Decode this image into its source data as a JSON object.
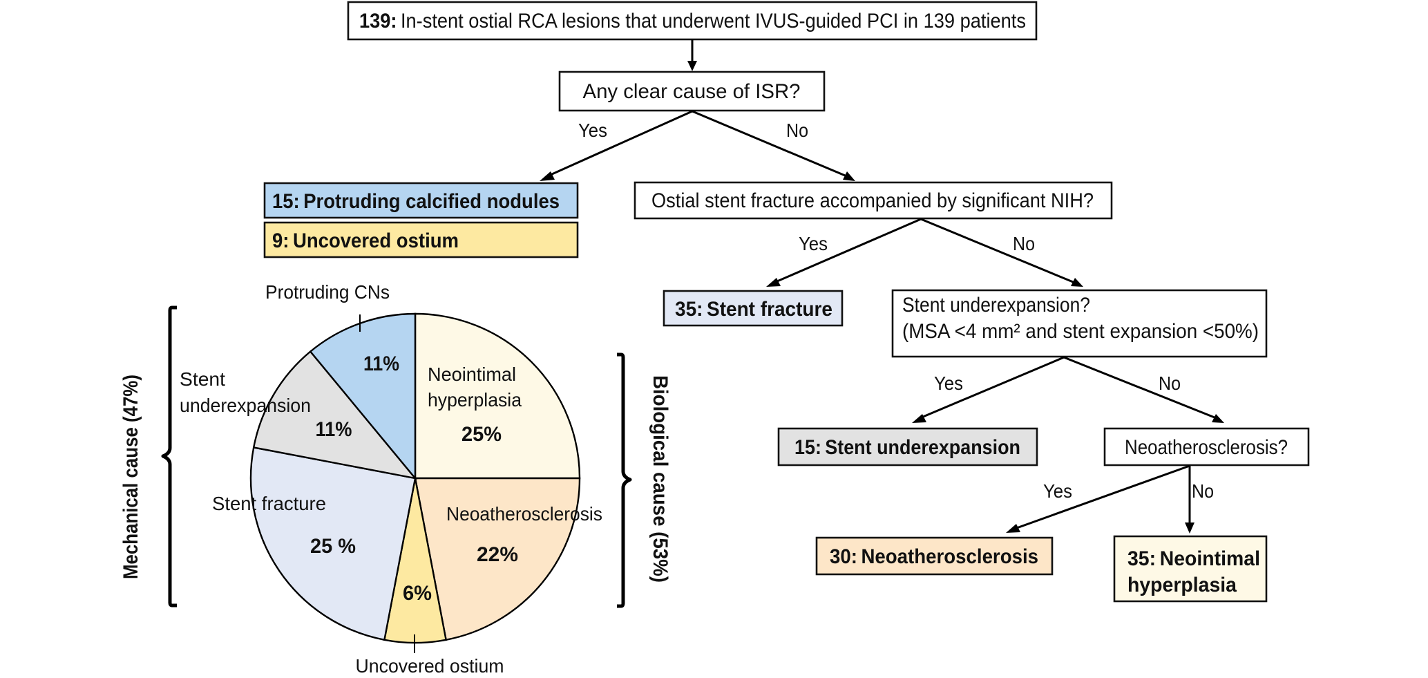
{
  "flowchart": {
    "root": {
      "count": "139:",
      "text": "In-stent ostial RCA lesions that underwent IVUS-guided PCI in 139 patients"
    },
    "q1": {
      "text": "Any clear cause of ISR?",
      "yes": "Yes",
      "no": "No"
    },
    "q1_yes_results": [
      {
        "count": "15:",
        "text": "Protruding calcified nodules",
        "color": "#b5d5f1"
      },
      {
        "count": "9:",
        "text": "Uncovered ostium",
        "color": "#fde9a1"
      }
    ],
    "q2": {
      "text": "Ostial stent fracture accompanied by significant NIH?",
      "yes": "Yes",
      "no": "No"
    },
    "q2_yes_result": {
      "count": "35:",
      "text": "Stent fracture",
      "color": "#e2e8f5"
    },
    "q3": {
      "line1": "Stent underexpansion?",
      "line2": "(MSA <4 mm² and stent expansion <50%)",
      "yes": "Yes",
      "no": "No"
    },
    "q3_yes_result": {
      "count": "15:",
      "text": "Stent underexpansion",
      "color": "#e2e2e2"
    },
    "q4": {
      "text": "Neoatherosclerosis?",
      "yes": "Yes",
      "no": "No"
    },
    "q4_yes_result": {
      "count": "30:",
      "text": "Neoatherosclerosis",
      "color": "#fde6c8"
    },
    "q4_no_result": {
      "count": "35:",
      "line1": "Neointimal",
      "line2": "hyperplasia",
      "color": "#fef9e6"
    }
  },
  "chart_data": {
    "type": "pie",
    "title": "",
    "slices": [
      {
        "name": "Neointimal hyperplasia",
        "label_lines": [
          "Neointimal",
          "hyperplasia"
        ],
        "value": 25,
        "value_label": "25%",
        "color": "#fef9e6",
        "group": "Biological"
      },
      {
        "name": "Neoatherosclerosis",
        "label_lines": [
          "Neoatherosclerosis"
        ],
        "value": 22,
        "value_label": "22%",
        "color": "#fde6c8",
        "group": "Biological"
      },
      {
        "name": "Uncovered ostium",
        "label_lines": [
          "Uncovered ostium"
        ],
        "value": 6,
        "value_label": "6%",
        "color": "#fde9a1",
        "group": "Biological"
      },
      {
        "name": "Stent fracture",
        "label_lines": [
          "Stent fracture"
        ],
        "value": 25,
        "value_label": "25 %",
        "color": "#e2e8f5",
        "group": "Mechanical"
      },
      {
        "name": "Stent underexpansion",
        "label_lines": [
          "Stent",
          "underexpansion"
        ],
        "value": 11,
        "value_label": "11%",
        "color": "#e2e2e2",
        "group": "Mechanical"
      },
      {
        "name": "Protruding CNs",
        "label_lines": [
          "Protruding CNs"
        ],
        "value": 11,
        "value_label": "11%",
        "color": "#b5d5f1",
        "group": "Mechanical"
      }
    ],
    "start": "12 o'clock",
    "direction": "clockwise",
    "groups": [
      {
        "name": "Mechanical cause (47%)",
        "side": "left"
      },
      {
        "name": "Biological cause (53%)",
        "side": "right"
      }
    ]
  }
}
